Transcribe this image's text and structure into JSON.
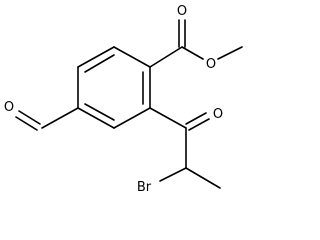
{
  "atom_labels": {
    "ester_carbonyl_oxygen": "O",
    "ester_ether_oxygen": "O",
    "aldehyde_oxygen": "O",
    "ketone_oxygen": "O",
    "bromine": "Br"
  },
  "colors": {
    "bond": "#000000",
    "background": "#ffffff"
  }
}
